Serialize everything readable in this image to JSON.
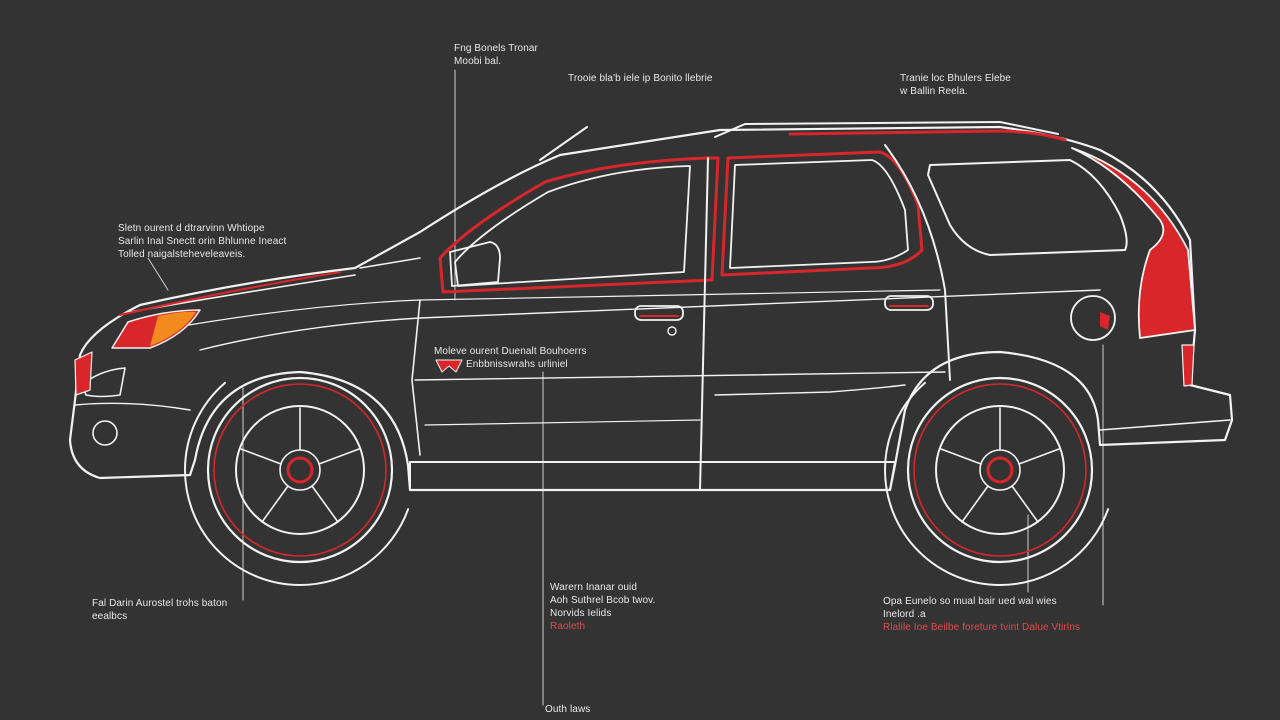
{
  "colors": {
    "background": "#333333",
    "outline": "#f2f2f2",
    "accent_red": "#d9262b",
    "amber": "#f28a1e"
  },
  "callouts": {
    "top_left": {
      "lines": [
        "Fng Bonels Tronar",
        "Moobi bal."
      ]
    },
    "top_center": {
      "lines": [
        "Trooie bla'b iele ip Bonito llebrie"
      ]
    },
    "top_right": {
      "lines": [
        "Tranie loc Bhulers Elebe",
        "w Ballin Reela."
      ]
    },
    "left_hood": {
      "lines": [
        "Sletn ourent d dtrarvinn Whtiope",
        "Sarlin Inal Snectt orin Bhlunne Ineact",
        "Tolled naigalsteheveleaveis."
      ]
    },
    "door_emblem": {
      "lines": [
        "Moleve ourent Duenalt Bouhoerrs",
        "Enbbnisswrahs urliniel"
      ]
    },
    "bottom_left": {
      "lines": [
        "Fal  Darin Aurostel trohs baton",
        "eealbcs"
      ]
    },
    "bottom_center": {
      "lines": [
        "Warern Inanar ouid",
        "Aoh Suthrel Bcob twov.",
        "Norvids Ielids",
        "Raoleth"
      ]
    },
    "bottom_right": {
      "lines": [
        "Opa  Eunelo so mual bair ued wal wies",
        "Inelord .a"
      ],
      "red_line": "Rlalile Ioe Beilbe foreture tvint Dalue Vtirlns"
    },
    "bottom_footer": {
      "lines": [
        "Outh laws"
      ]
    }
  }
}
